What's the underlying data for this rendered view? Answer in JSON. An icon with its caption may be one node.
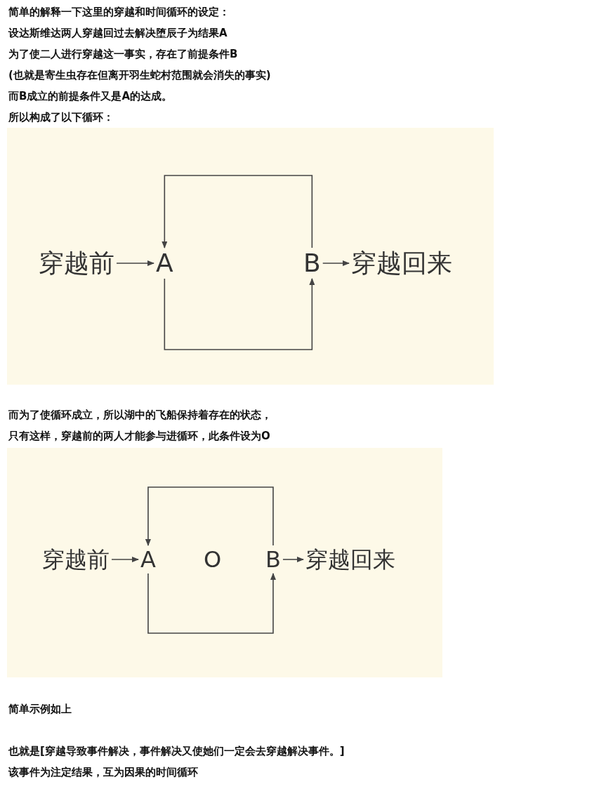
{
  "diagram": {
    "nodes": [
      {
        "text": [
          "穿越前"
        ]
      },
      {
        "text": [
          "A"
        ]
      },
      {
        "text": [
          "B"
        ]
      },
      {
        "text": [
          "穿越回来"
        ]
      },
      {
        "text": [
          "穿越前"
        ]
      },
      {
        "text": [
          "A"
        ]
      },
      {
        "text": [
          "O"
        ]
      },
      {
        "text": [
          "B"
        ]
      },
      {
        "text": [
          "穿越回来"
        ]
      }
    ],
    "edges": [
      {
        "from": 0,
        "to": 1,
        "arrow": "to"
      },
      {
        "from": 1,
        "to": 2,
        "arrow": "to"
      },
      {
        "from": 2,
        "to": 1,
        "arrow": "to"
      },
      {
        "from": 2,
        "to": 3,
        "arrow": "to"
      },
      {
        "from": 4,
        "to": 5,
        "arrow": "to"
      },
      {
        "from": 5,
        "to": 7,
        "arrow": "to"
      },
      {
        "from": 7,
        "to": 5,
        "arrow": "to"
      },
      {
        "from": 7,
        "to": 8,
        "arrow": "to"
      }
    ],
    "labels": [
      "简单的解释一下这里的穿越和时间循环的设定：",
      "设达斯维达两人穿越回过去解决堕辰子为结果A",
      "为了使二人进行穿越这一事实，存在了前提条件B",
      "(也就是寄生虫存在但离开羽生蛇村范围就会消失的事实)",
      "而B成立的前提条件又是A的达成。",
      "所以构成了以下循环：",
      "而为了使循环成立，所以湖中的飞船保持着存在的状态，",
      "只有这样，穿越前的两人才能参与进循环，此条件设为O",
      "简单示例如上",
      "也就是[穿越导致事件解决，事件解决又使她们一定会去穿越解决事件。]",
      "该事件为注定结果，互为因果的时间循环"
    ]
  }
}
